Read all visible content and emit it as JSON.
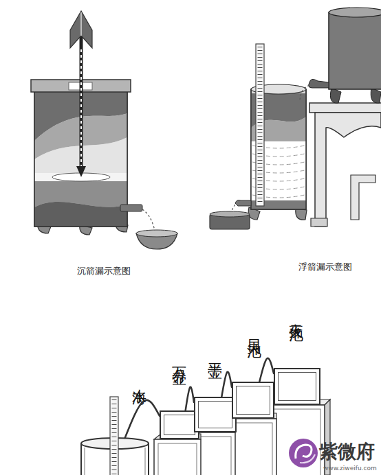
{
  "diagram": {
    "nodes": [
      {
        "text": [
          "水海"
        ]
      },
      {
        "text": [
          "万分壶"
        ]
      },
      {
        "text": [
          "平壶"
        ]
      },
      {
        "text": [
          "日天池"
        ]
      },
      {
        "text": [
          "夜天池"
        ]
      }
    ],
    "edges": [
      {
        "from": 4,
        "to": 3,
        "arrow": "none"
      },
      {
        "from": 3,
        "to": 2,
        "arrow": "none"
      },
      {
        "from": 2,
        "to": 1,
        "arrow": "none"
      },
      {
        "from": 1,
        "to": 0,
        "arrow": "none"
      }
    ],
    "labels": [
      "沉箭漏示意图",
      "浮箭漏示意图",
      "紫微府",
      "www.ziweifu.com"
    ]
  }
}
